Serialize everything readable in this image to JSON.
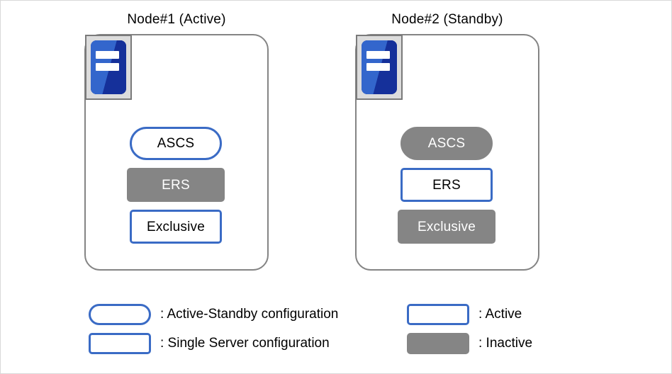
{
  "diagram": {
    "title_hidden": "",
    "nodes": [
      {
        "id": "node1",
        "title": "Node#1 (Active)",
        "icon_name": "server-icon",
        "services": [
          {
            "label": "ASCS",
            "shape": "pill",
            "state": "active"
          },
          {
            "label": "ERS",
            "shape": "rect",
            "state": "inactive"
          },
          {
            "label": "Exclusive",
            "shape": "rect",
            "state": "active"
          }
        ]
      },
      {
        "id": "node2",
        "title": "Node#2 (Standby)",
        "icon_name": "server-icon",
        "services": [
          {
            "label": "ASCS",
            "shape": "pill",
            "state": "inactive"
          },
          {
            "label": "ERS",
            "shape": "rect",
            "state": "active"
          },
          {
            "label": "Exclusive",
            "shape": "rect",
            "state": "inactive"
          }
        ]
      }
    ],
    "legend": {
      "left": [
        {
          "shape": "pill",
          "state": "active",
          "label": ": Active-Standby configuration"
        },
        {
          "shape": "rect",
          "state": "active",
          "label": ": Single Server configuration"
        }
      ],
      "right": [
        {
          "shape": "rect",
          "state": "active",
          "label": ": Active"
        },
        {
          "shape": "rect",
          "state": "inactive",
          "label": ": Inactive"
        }
      ]
    },
    "colors": {
      "active_border": "#3a6bc5",
      "inactive_fill": "#858585",
      "node_border": "#848484",
      "icon_blue_light": "#3366cc",
      "icon_blue_dark": "#15309a",
      "icon_frame": "#dcdcdc",
      "page_border": "#d9d9d9",
      "text": "#000000",
      "inactive_text": "#ffffff"
    }
  }
}
